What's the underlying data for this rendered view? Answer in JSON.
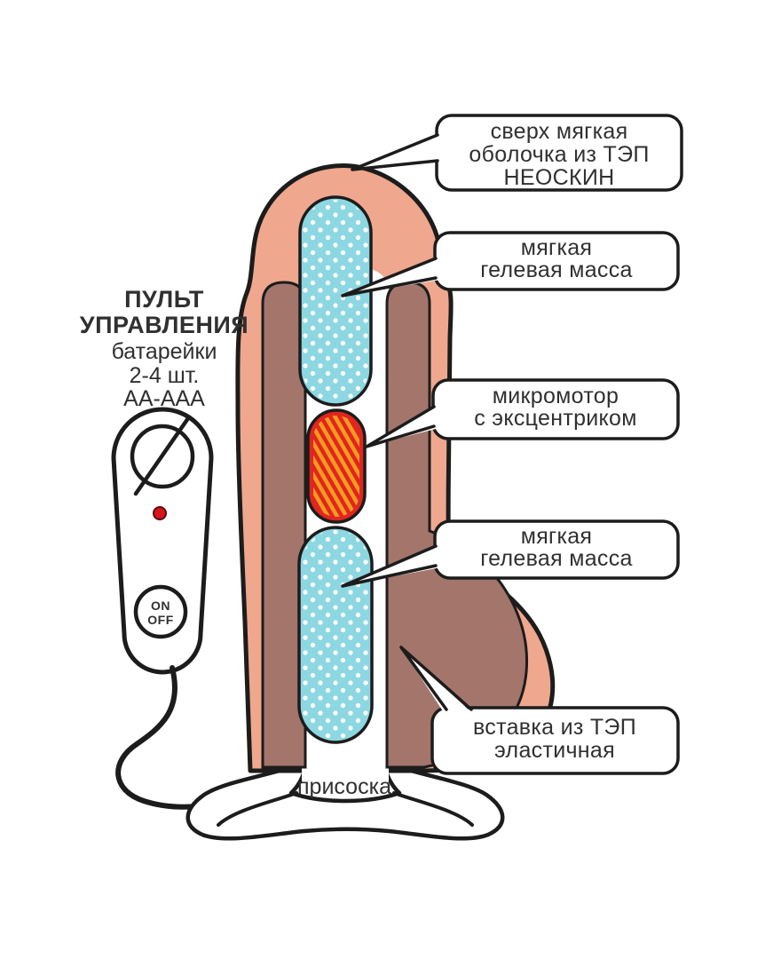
{
  "remote": {
    "title_lines": [
      "ПУЛЬТ",
      "УПРАВЛЕНИЯ"
    ],
    "subtitle_lines": [
      "батарейки",
      "2-4 шт.",
      "АА-ААА"
    ],
    "power_button": {
      "line1": "ON",
      "line2": "OFF"
    }
  },
  "callouts": [
    {
      "lines": [
        "сверх мягкая",
        "оболочка из ТЭП",
        "НЕОСКИН"
      ]
    },
    {
      "lines": [
        "мягкая",
        "гелевая масса"
      ]
    },
    {
      "lines": [
        "микромотор",
        "с эксцентриком"
      ]
    },
    {
      "lines": [
        "мягкая",
        "гелевая масса"
      ]
    },
    {
      "lines": [
        "вставка из ТЭП",
        "эластичная"
      ]
    }
  ],
  "labels": {
    "suction_cup": "присоска"
  },
  "colors": {
    "outline": "#1c1c1c",
    "skin": "#efa78d",
    "inner_layer": "#a3756b",
    "gel": "#8dd7e2",
    "gel_dot": "#ffffff",
    "motor_red": "#e1251f",
    "motor_hatch": "#f59b1f",
    "led": "#d7161c",
    "text": "#303030"
  }
}
